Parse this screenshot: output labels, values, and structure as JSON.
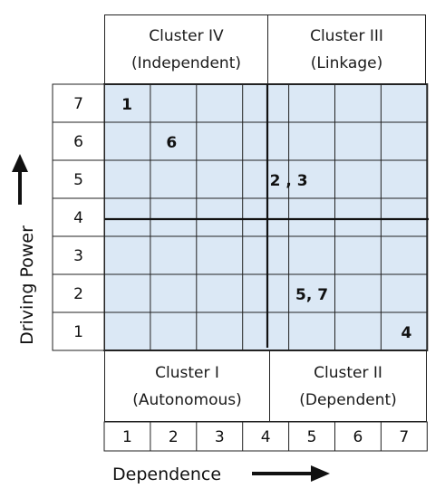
{
  "clusters": {
    "iv": {
      "title": "Cluster IV",
      "subtitle": "(Independent)"
    },
    "iii": {
      "title": "Cluster III",
      "subtitle": "(Linkage)"
    },
    "i": {
      "title": "Cluster I",
      "subtitle": "(Autonomous)"
    },
    "ii": {
      "title": "Cluster II",
      "subtitle": "(Dependent)"
    }
  },
  "y_ticks": [
    "7",
    "6",
    "5",
    "4",
    "3",
    "2",
    "1"
  ],
  "x_ticks": [
    "1",
    "2",
    "3",
    "4",
    "5",
    "6",
    "7"
  ],
  "axis": {
    "y_label": "Driving Power",
    "x_label": "Dependence"
  },
  "points": [
    {
      "label": "1",
      "dependence": 1,
      "driving_power": 7
    },
    {
      "label": "6",
      "dependence": 2,
      "driving_power": 6
    },
    {
      "label": "2 , 3",
      "dependence": 4,
      "driving_power": 5
    },
    {
      "label": "5, 7",
      "dependence": 5,
      "driving_power": 2
    },
    {
      "label": "4",
      "dependence": 7,
      "driving_power": 1
    }
  ],
  "colors": {
    "grid_fill": "#dbe8f5",
    "grid_line": "#222222"
  }
}
